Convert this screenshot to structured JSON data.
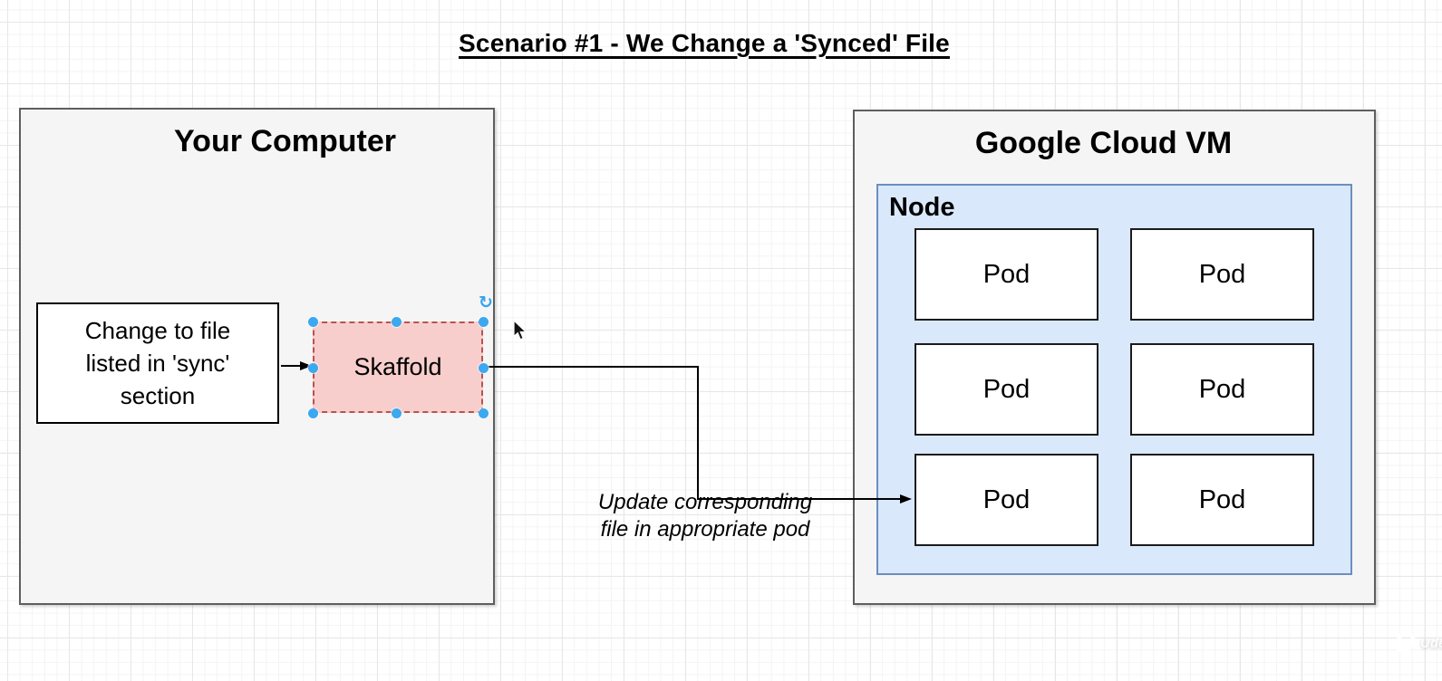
{
  "title": "Scenario #1 - We Change a 'Synced' File",
  "left_panel": {
    "title": "Your Computer",
    "change_box": {
      "line1": "Change to file",
      "line2": "listed in 'sync'",
      "line3": "section"
    },
    "skaffold": {
      "label": "Skaffold"
    }
  },
  "right_panel": {
    "title": "Google Cloud VM",
    "node": {
      "label": "Node",
      "pods": [
        "Pod",
        "Pod",
        "Pod",
        "Pod",
        "Pod",
        "Pod"
      ]
    }
  },
  "flow_label": {
    "line1": "Update corresponding",
    "line2": "file in appropriate pod"
  },
  "icons": {
    "rotate_handle": "↻",
    "cursor": "mouse-pointer-arrow",
    "watermark_logo": "udemy-logo"
  },
  "watermark": {
    "text": "Udemy"
  },
  "colors": {
    "selection_handle_blue": "#3BA8F0",
    "skaffold_fill": "#F8CECC",
    "skaffold_border": "#B85450",
    "node_fill": "#DAE8FC",
    "node_border": "#6C8EBF",
    "panel_fill": "#F5F5F5",
    "panel_border": "#5E5E5E",
    "pod_fill": "#FFFFFF",
    "connector_black": "#000000"
  }
}
